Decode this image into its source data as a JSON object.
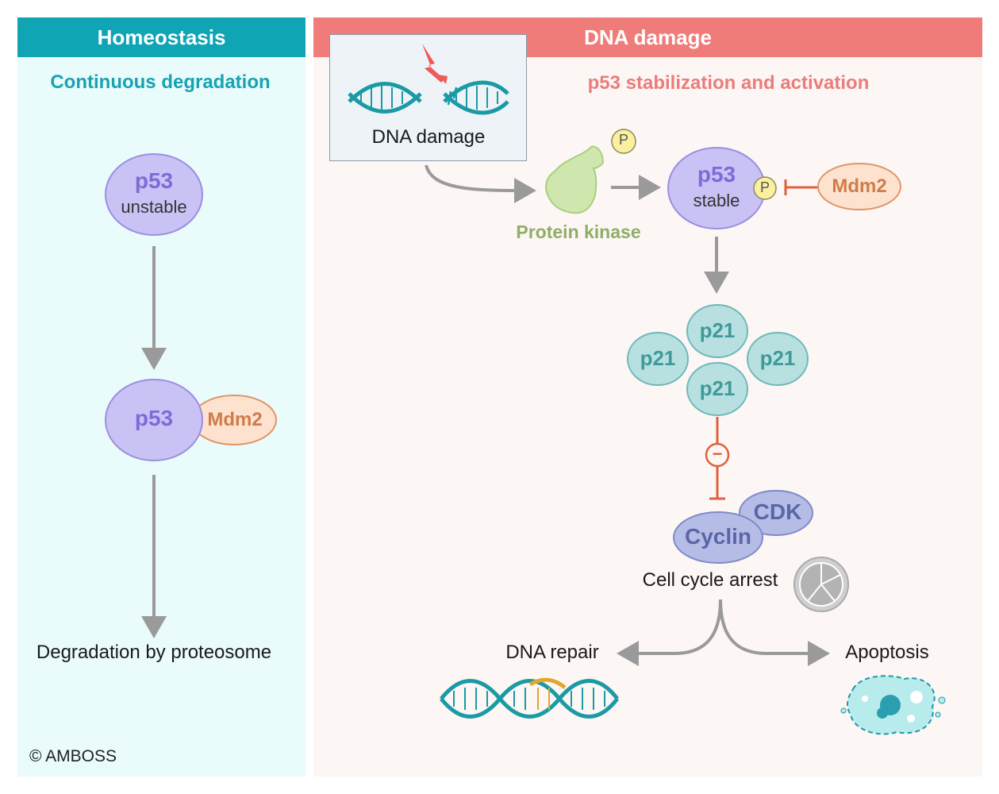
{
  "left": {
    "header": "Homeostasis",
    "subtitle": "Continuous degradation",
    "p53_label": "p53",
    "p53_state": "unstable",
    "complex_p53": "p53",
    "complex_mdm2": "Mdm2",
    "outcome": "Degradation by proteosome",
    "copyright": "© AMBOSS"
  },
  "right": {
    "header": "DNA damage",
    "subtitle": "p53 stabilization and activation",
    "dna_damage_label": "DNA damage",
    "kinase_label": "Protein kinase",
    "phospho_symbol": "P",
    "p53_label": "p53",
    "p53_state": "stable",
    "mdm2_label": "Mdm2",
    "p21_labels": [
      "p21",
      "p21",
      "p21",
      "p21"
    ],
    "inhibit_symbol": "−",
    "cdk_label": "CDK",
    "cyclin_label": "Cyclin",
    "arrest_label": "Cell cycle arrest",
    "repair_label": "DNA repair",
    "apoptosis_label": "Apoptosis"
  },
  "colors": {
    "teal_header": "#0fa5b4",
    "salmon_header": "#f07c7a",
    "p53_fill": "#c9c2f5",
    "p53_stroke": "#9b8fe0",
    "p53_text": "#7f6bd8",
    "mdm2_fill": "#fde3cf",
    "mdm2_stroke": "#e0956a",
    "mdm2_text": "#d07c4a",
    "kinase_fill": "#cfe7ae",
    "kinase_text": "#8fae66",
    "p21_fill": "#b8e0e0",
    "p21_stroke": "#6fb8b8",
    "p21_text": "#3f9a9a",
    "cyclin_fill": "#b5bde6",
    "cyclin_text": "#5a66a8",
    "phospho_fill": "#fbf0a0",
    "inhibit_red": "#e0603c",
    "arrow_gray": "#9a9a9a"
  }
}
